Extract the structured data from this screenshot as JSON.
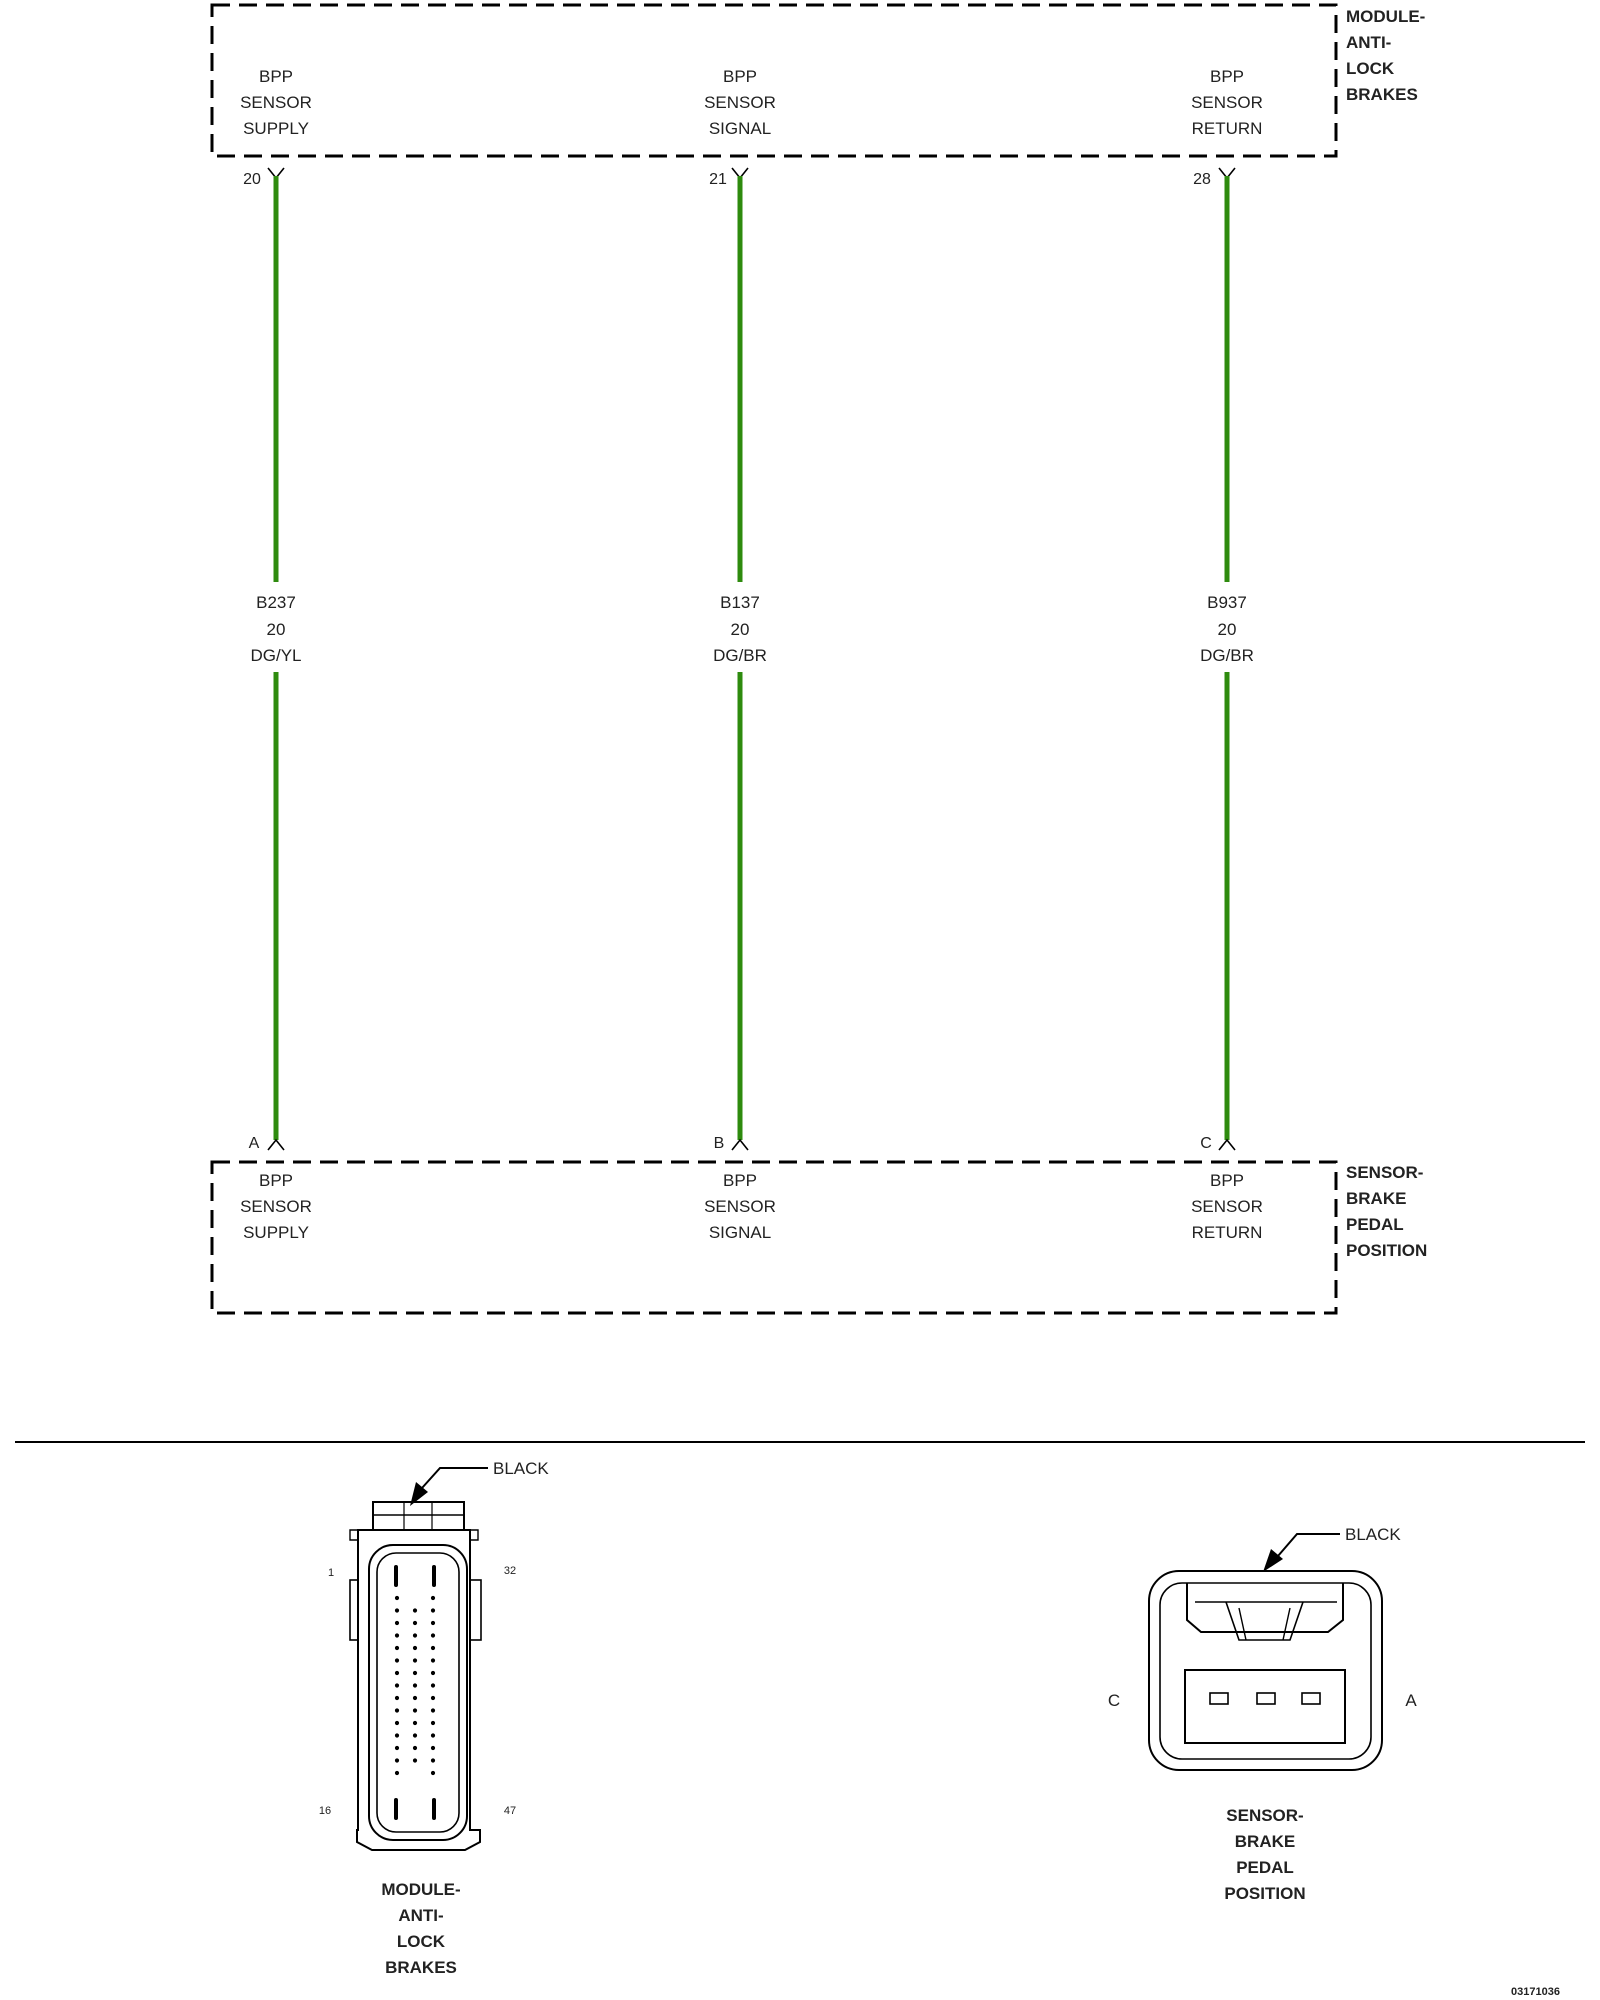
{
  "modules": {
    "abs": {
      "name_lines": [
        "MODULE-",
        "ANTI-",
        "LOCK",
        "BRAKES"
      ]
    },
    "bpp": {
      "name_lines": [
        "SENSOR-",
        "BRAKE",
        "PEDAL",
        "POSITION"
      ]
    }
  },
  "circuits": [
    {
      "top_pin": "20",
      "bottom_pin": "A",
      "function_lines": [
        "BPP",
        "SENSOR",
        "SUPPLY"
      ],
      "wire_lines": [
        "B237",
        "20",
        "DG/YL"
      ]
    },
    {
      "top_pin": "21",
      "bottom_pin": "B",
      "function_lines": [
        "BPP",
        "SENSOR",
        "SIGNAL"
      ],
      "wire_lines": [
        "B137",
        "20",
        "DG/BR"
      ]
    },
    {
      "top_pin": "28",
      "bottom_pin": "C",
      "function_lines": [
        "BPP",
        "SENSOR",
        "RETURN"
      ],
      "wire_lines": [
        "B937",
        "20",
        "DG/BR"
      ]
    }
  ],
  "connectors": {
    "abs": {
      "color_label": "BLACK",
      "pin_labels": [
        "1",
        "32",
        "16",
        "47"
      ],
      "name_lines": [
        "MODULE-",
        "ANTI-",
        "LOCK",
        "BRAKES"
      ]
    },
    "bpp": {
      "color_label": "BLACK",
      "pin_labels": [
        "C",
        "A"
      ],
      "name_lines": [
        "SENSOR-",
        "BRAKE",
        "PEDAL",
        "POSITION"
      ]
    }
  },
  "diagram_code": "03171036",
  "colors": {
    "wire": "#2e8b0e",
    "wire_dark": "#1f6a06",
    "line": "#000000"
  }
}
